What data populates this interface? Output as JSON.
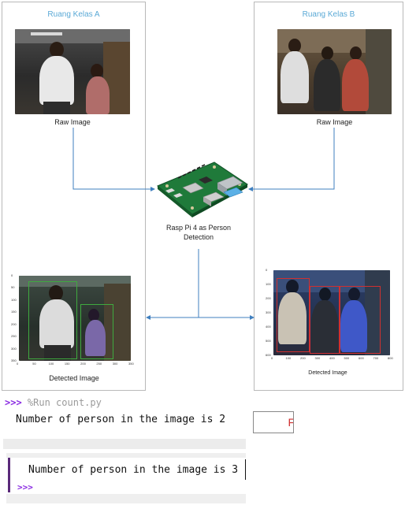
{
  "room_a": {
    "title": "Ruang Kelas A",
    "raw_caption": "Raw Image",
    "detected_caption": "Detected Image"
  },
  "room_b": {
    "title": "Ruang Kelas B",
    "raw_caption": "Raw Image",
    "detected_caption": "Detected Image"
  },
  "center": {
    "caption_line1": "Rasp Pi 4 as Person",
    "caption_line2": "Detection"
  },
  "plot_a": {
    "x_ticks": [
      "0",
      "50",
      "100",
      "150",
      "200",
      "250",
      "300",
      "350"
    ],
    "y_ticks": [
      "0",
      "50",
      "100",
      "150",
      "200",
      "250",
      "300",
      "350"
    ]
  },
  "plot_b": {
    "x_ticks": [
      "0",
      "100",
      "200",
      "300",
      "400",
      "500",
      "600",
      "700",
      "800"
    ],
    "y_ticks": [
      "0",
      "100",
      "200",
      "300",
      "400",
      "500",
      "600"
    ]
  },
  "console_1": {
    "prompt": ">>>",
    "command": "%Run count.py",
    "output": "Number of person in the image is 2",
    "side_text": "F"
  },
  "console_2": {
    "output": "Number of person in the image is 3",
    "prompt": ">>>"
  },
  "colors": {
    "title_blue": "#5aa9d6",
    "arrow_blue": "#3f7fbf",
    "prompt_purple": "#8a2be2",
    "detect_green": "#3faa3f",
    "detect_red": "#d03030"
  }
}
